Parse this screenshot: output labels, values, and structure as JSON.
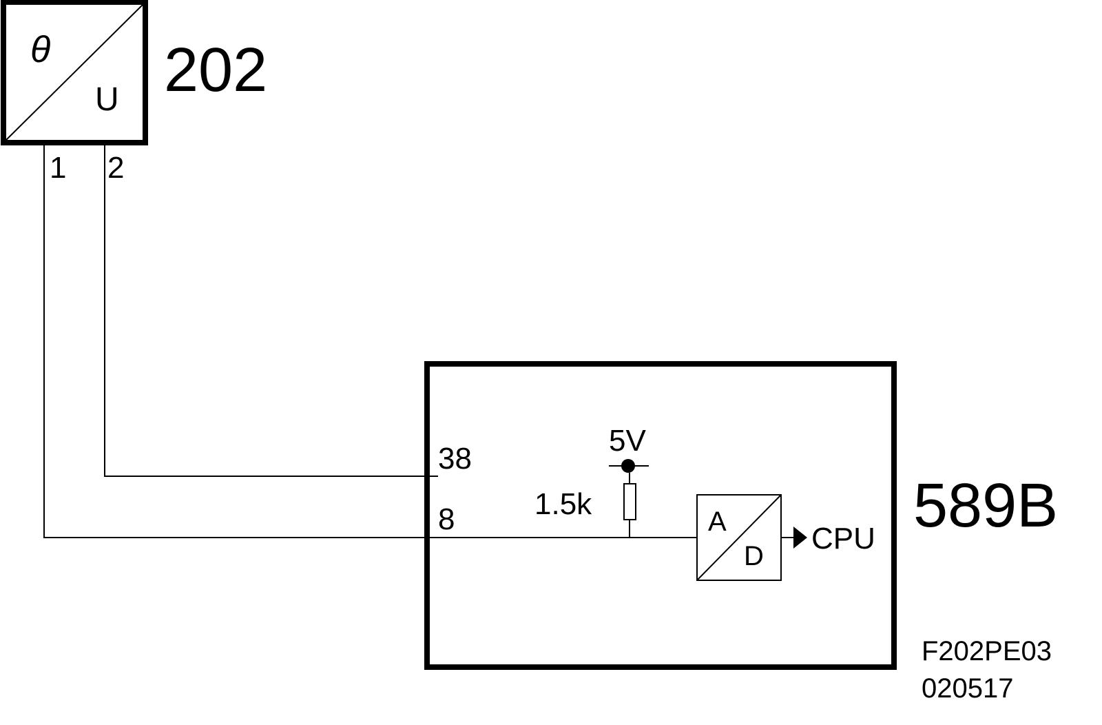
{
  "sensor": {
    "id": "202",
    "input_symbol": "θ",
    "output_symbol": "U",
    "pin1": "1",
    "pin2": "2"
  },
  "control_unit": {
    "id": "589B",
    "pin38": "38",
    "pin8": "8",
    "supply": "5V",
    "resistor": "1.5k",
    "adc_a": "A",
    "adc_d": "D",
    "output": "CPU"
  },
  "drawing_code": "F202PE03",
  "drawing_date": "020517"
}
